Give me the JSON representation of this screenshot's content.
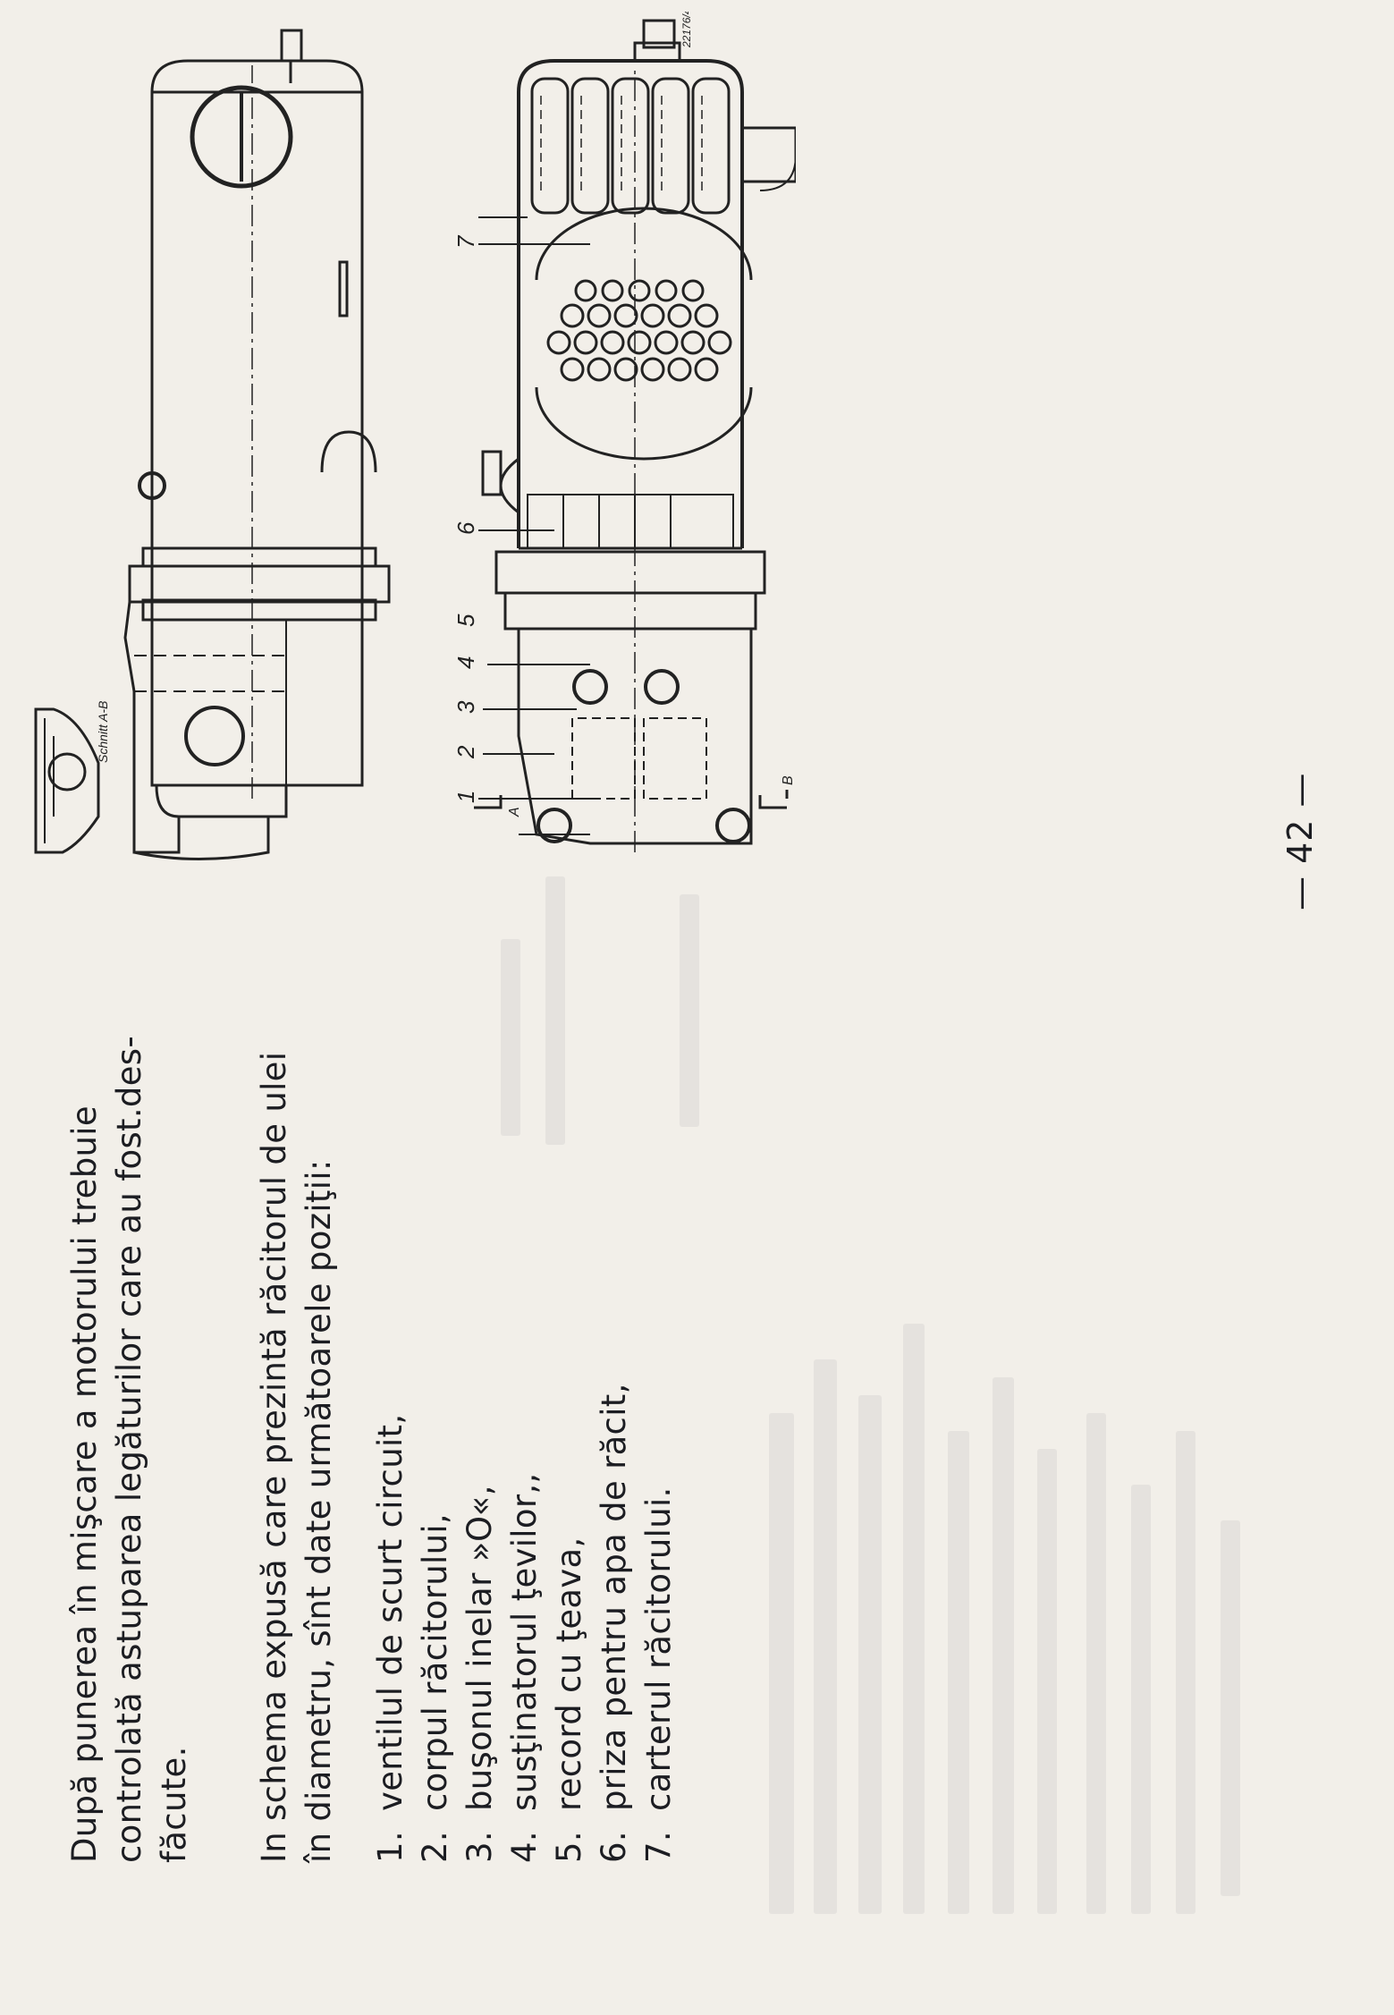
{
  "page": {
    "paragraph1": "După punerea în mişcare a motorului trebuie\ncontrolată astuparea legăturilor care au fost.des-\nfăcute.",
    "paragraph2": "In schema expusă care prezintă răcitorul de ulei\nîn diametru, sînt date următoarele poziţii:",
    "items": [
      {
        "num": "1.",
        "text": "ventilul de scurt circuit,"
      },
      {
        "num": "2.",
        "text": "corpul răcitorului,"
      },
      {
        "num": "3.",
        "text": "buşonul inelar »O«,"
      },
      {
        "num": "4.",
        "text": "susţinatorul ţevilor,,"
      },
      {
        "num": "5.",
        "text": "record cu ţeava,"
      },
      {
        "num": "6.",
        "text": "priza pentru apa de răcit,"
      },
      {
        "num": "7.",
        "text": "carterul răcitorului."
      }
    ],
    "page_number": "— 42 —"
  },
  "figure": {
    "section_label": "Schnitt A-B",
    "drawing_code": "22176/49",
    "callouts": [
      "1",
      "2",
      "3",
      "4",
      "5",
      "6",
      "7"
    ],
    "marker_a": "A",
    "marker_b": "B"
  }
}
